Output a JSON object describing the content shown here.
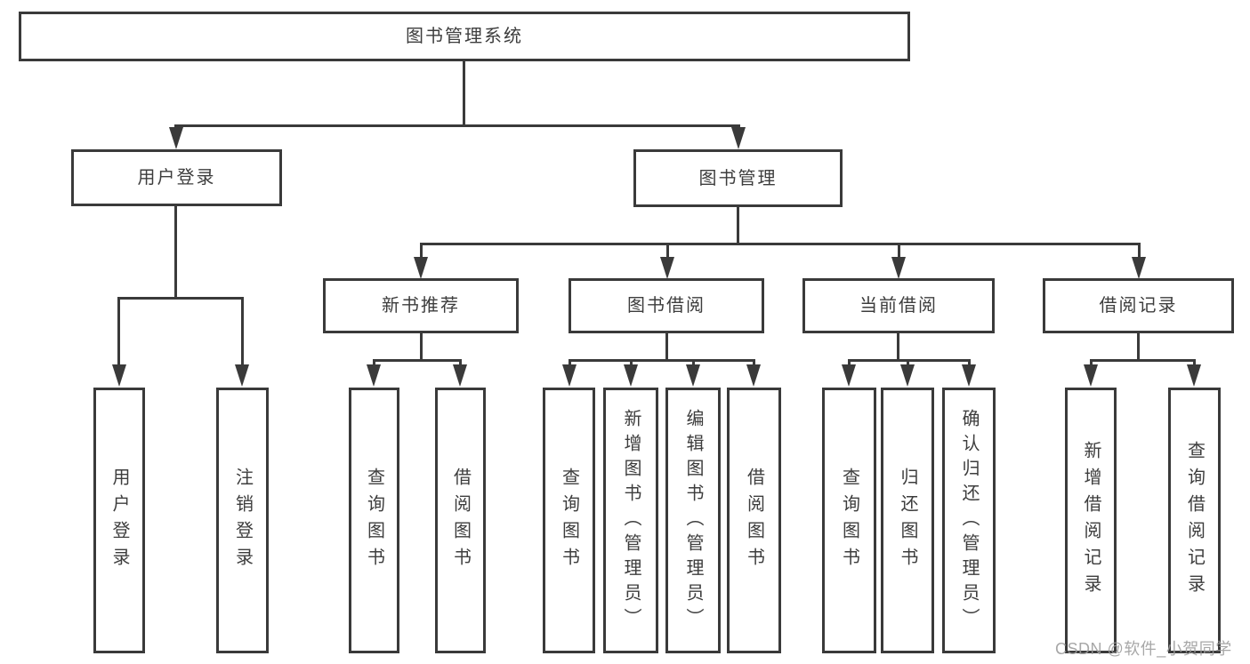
{
  "diagram_title": "图书管理系统",
  "tree": {
    "root": {
      "label": "图书管理系统"
    },
    "level2": [
      {
        "label": "用户登录"
      },
      {
        "label": "图书管理"
      }
    ],
    "level3": [
      {
        "label": "新书推荐"
      },
      {
        "label": "图书借阅"
      },
      {
        "label": "当前借阅"
      },
      {
        "label": "借阅记录"
      }
    ],
    "leaves": {
      "user_login": [
        {
          "label": "用户登录"
        },
        {
          "label": "注销登录"
        }
      ],
      "new_book_recommend": [
        {
          "label": "查询图书"
        },
        {
          "label": "借阅图书"
        }
      ],
      "book_borrow": [
        {
          "label": "查询图书"
        },
        {
          "label": "新增图书（管理员）"
        },
        {
          "label": "编辑图书（管理员）"
        },
        {
          "label": "借阅图书"
        }
      ],
      "current_borrow": [
        {
          "label": "查询图书"
        },
        {
          "label": "归还图书"
        },
        {
          "label": "确认归还（管理员）"
        }
      ],
      "borrow_records": [
        {
          "label": "新增借阅记录"
        },
        {
          "label": "查询借阅记录"
        }
      ]
    }
  },
  "watermark": "CSDN @软件_小贺同学",
  "colors": {
    "background": "#ffffff",
    "line": "#3a3a3a",
    "text": "#3d3d3d",
    "watermark": "#9c9c9c"
  }
}
